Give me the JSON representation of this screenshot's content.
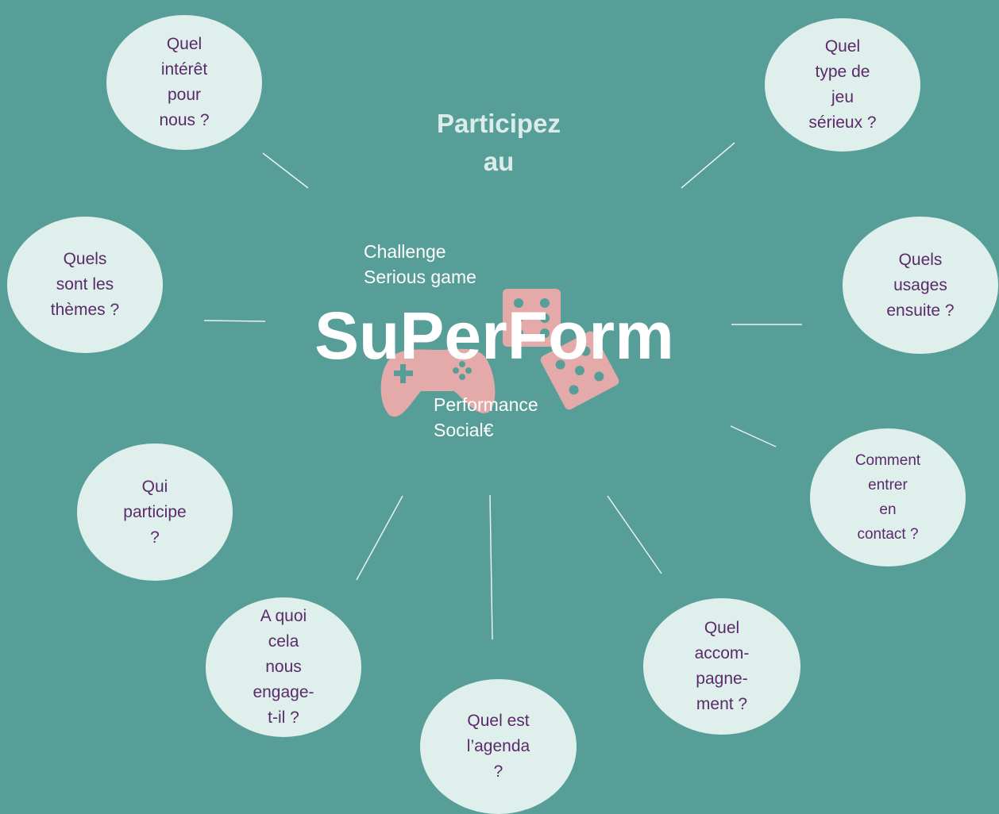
{
  "center": {
    "headline": "Participez\nau",
    "tagline_top": "Challenge\nSerious game",
    "brand": "SuPerForm",
    "tagline_bottom": "Performance\nSocial€"
  },
  "bubbles": {
    "interet": "Quel\nintérêt\npour\nnous ?",
    "type_jeu": "Quel\ntype de\njeu\nsérieux ?",
    "themes": "Quels\nsont les\nthèmes ?",
    "usages": "Quels\nusages\nensuite ?",
    "contact": "Comment\nentrer\nen\ncontact ?",
    "participe": "Qui\nparticipe\n?",
    "engage": "A quoi\ncela\nnous\nengage-\nt-il ?",
    "agenda": "Quel est\nl’agenda\n?",
    "accompagnement": "Quel\naccom-\npagne-\nment ?"
  },
  "colors": {
    "background": "#569e97",
    "bubble_fill": "#dfefec",
    "bubble_text": "#5a2a6b",
    "icon_fill": "#e4a9a9"
  },
  "icons": [
    "game-controller-icon",
    "dice-icon"
  ]
}
